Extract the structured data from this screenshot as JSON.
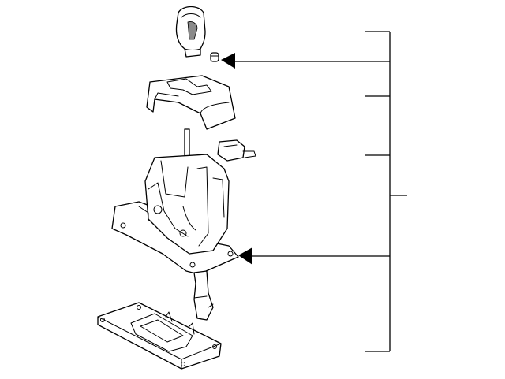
{
  "diagram": {
    "parts": [
      {
        "id": "shift-knob",
        "icon": "shift-knob-icon"
      },
      {
        "id": "knob-cap",
        "icon": "cap-icon"
      },
      {
        "id": "shift-indicator-cover",
        "icon": "cover-icon"
      },
      {
        "id": "solenoid-connector",
        "icon": "connector-icon"
      },
      {
        "id": "shifter-assembly",
        "icon": "shifter-assembly-icon"
      },
      {
        "id": "base-plate",
        "icon": "plate-icon"
      }
    ],
    "callout_style": "bracket-with-arrows",
    "colors": {
      "line": "#000000",
      "background": "#ffffff",
      "shade": "#8a8a8a"
    }
  }
}
